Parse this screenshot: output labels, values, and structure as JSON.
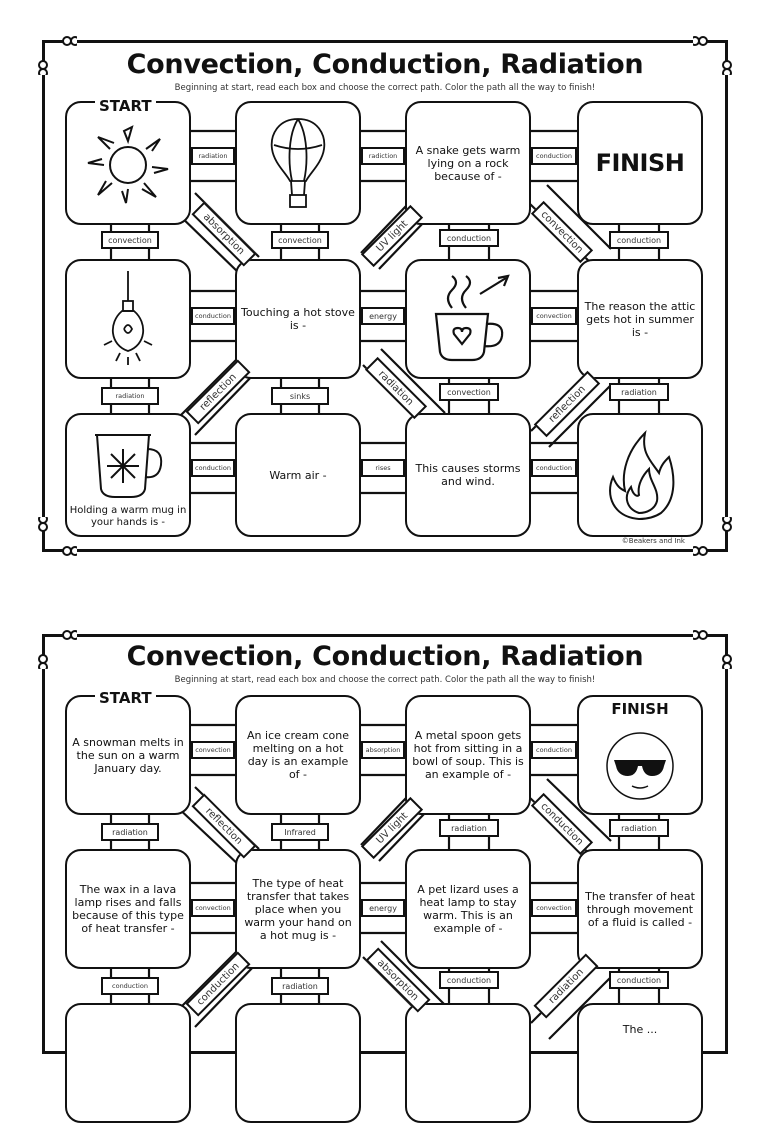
{
  "worksheet_1": {
    "title": "Convection, Conduction, Radiation",
    "instructions": "Beginning at start, read each box and choose the correct path.  Color the path all the way to finish!",
    "start_label": "START",
    "boxes": {
      "r1c3": "A snake gets warm lying on a rock because of -",
      "r1c4": "FINISH",
      "r2c2": "Touching a hot stove is -",
      "r2c4": "The reason the attic gets hot in summer is -",
      "r3c1": "Holding a warm mug in your hands is -",
      "r3c2": "Warm air -",
      "r3c3": "This causes storms and wind."
    },
    "icons": {
      "r1c1": "sun-icon",
      "r1c2": "hot-air-balloon-icon",
      "r2c1": "light-bulb-icon",
      "r2c3": "hot-coffee-cup-icon",
      "r3c1": "mug-with-snowflake-icon",
      "r3c4": "flame-icon"
    },
    "connectors": {
      "h_r1_12": "radiation",
      "h_r1_23": "radiction",
      "h_r1_34": "conduction",
      "h_r2_12": "conduction",
      "h_r2_23": "energy",
      "h_r2_34": "convection",
      "h_r3_12": "conduction",
      "h_r3_23": "rises",
      "h_r3_34": "conduction",
      "v_c1_12": "convection",
      "v_c2_12": "convection",
      "v_c3_12": "conduction",
      "v_c4_12": "conduction",
      "v_c1_23": "radiation",
      "v_c2_23": "sinks",
      "v_c3_23": "convection",
      "v_c4_23": "radiation",
      "d_r12_12": "absorption",
      "d_r12_23": "UV light",
      "d_r12_34": "convection",
      "d_r23_12": "reflection",
      "d_r23_23": "radiation",
      "d_r23_34": "reflection"
    },
    "credit": "©Beakers and Ink"
  },
  "worksheet_2": {
    "title": "Convection, Conduction, Radiation",
    "instructions": "Beginning at start, read each box and choose the correct path.  Color the path all the way to finish!",
    "start_label": "START",
    "finish_label": "FINISH",
    "boxes": {
      "r1c1": "A snowman melts in the sun on a warm January day.",
      "r1c2": "An ice cream cone melting on a hot day is an example of -",
      "r1c3": "A metal spoon gets hot from sitting in a bowl of soup. This is an example of -",
      "r2c1": "The wax in a lava lamp rises and falls because of this type of heat transfer -",
      "r2c2": "The type of heat transfer that takes place when you warm your hand on a hot mug is -",
      "r2c3": "A pet lizard uses a heat lamp to stay warm.  This is an example of -",
      "r2c4": "The transfer of heat through movement of a fluid is called -",
      "r3c4": "The ..."
    },
    "icons": {
      "r1c4": "sunglasses-emoji-icon"
    },
    "connectors": {
      "h_r1_12": "convection",
      "h_r1_23": "absorption",
      "h_r1_34": "conduction",
      "h_r2_12": "convection",
      "h_r2_23": "energy",
      "h_r2_34": "convection",
      "v_c1_12": "radiation",
      "v_c2_12": "Infrared",
      "v_c3_12": "radiation",
      "v_c4_12": "radiation",
      "v_c1_23": "conduction",
      "v_c2_23": "radiation",
      "v_c3_23": "conduction",
      "v_c4_23": "conduction",
      "d_r12_12": "reflection",
      "d_r12_23": "UV light",
      "d_r12_34": "conduction",
      "d_r23_12": "conduction",
      "d_r23_23": "absorption",
      "d_r23_34": "radiation"
    }
  }
}
